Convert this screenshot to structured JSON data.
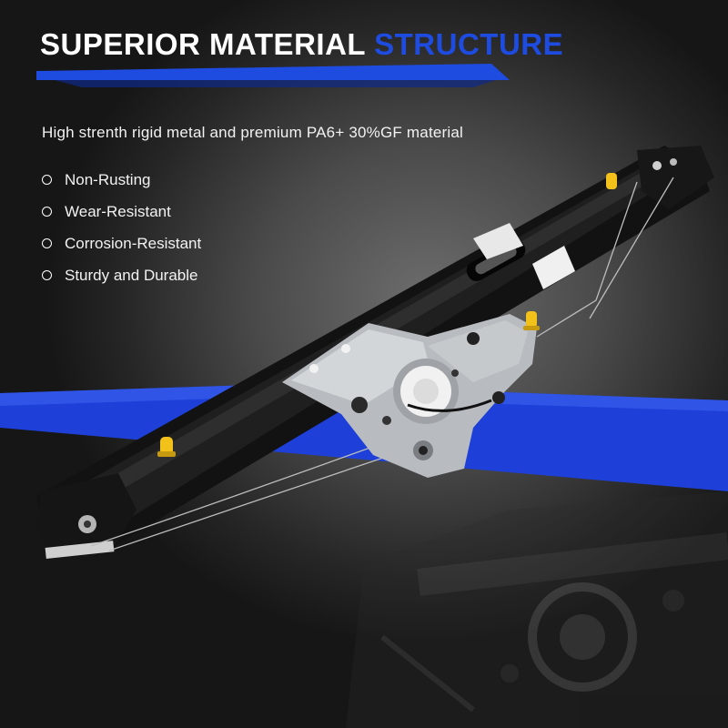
{
  "header": {
    "title_part1": "SUPERIOR MATERIAL ",
    "title_part2": "STRUCTURE"
  },
  "subtitle": "High strenth rigid metal and premium PA6+ 30%GF material",
  "features": [
    "Non-Rusting",
    "Wear-Resistant",
    "Corrosion-Resistant",
    "Sturdy and Durable"
  ],
  "colors": {
    "accent_blue": "#1e4be0",
    "background_dark": "#1a1a1a",
    "text": "#ffffff"
  },
  "product_image": {
    "subject": "window-regulator-assembly",
    "icon": "window-regulator-icon"
  }
}
